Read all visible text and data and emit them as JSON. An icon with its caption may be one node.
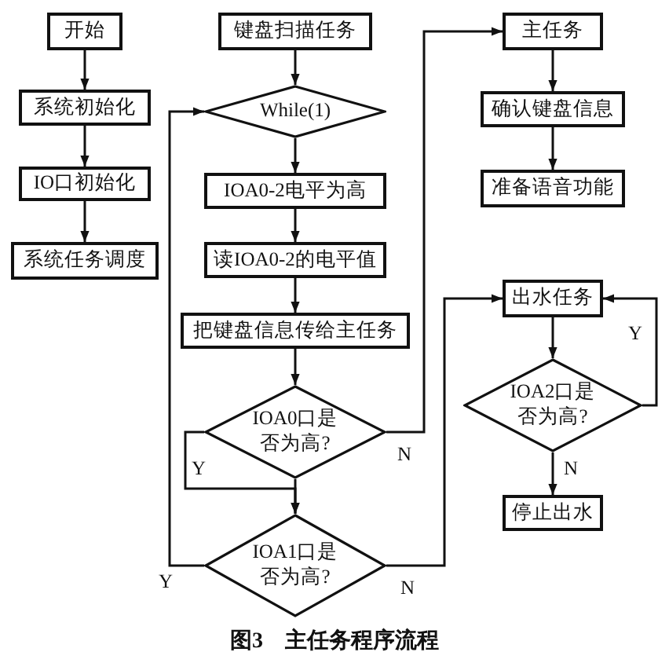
{
  "diagram": {
    "caption": "图3　主任务程序流程",
    "nodes": [
      {
        "text": [
          "开始"
        ]
      },
      {
        "text": [
          "系统初始化"
        ]
      },
      {
        "text": [
          "IO口初始化"
        ]
      },
      {
        "text": [
          "系统任务调度"
        ]
      },
      {
        "text": [
          "键盘扫描任务"
        ]
      },
      {
        "text": [
          "While(1)"
        ]
      },
      {
        "text": [
          "IOA0-2电平为高"
        ]
      },
      {
        "text": [
          "读IOA0-2的电平值"
        ]
      },
      {
        "text": [
          "把键盘信息传给主任务"
        ]
      },
      {
        "text": [
          "IOA0口是否为高?"
        ]
      },
      {
        "text": [
          "IOA1口是否为高?"
        ]
      },
      {
        "text": [
          "主任务"
        ]
      },
      {
        "text": [
          "确认键盘信息"
        ]
      },
      {
        "text": [
          "准备语音功能"
        ]
      },
      {
        "text": [
          "出水任务"
        ]
      },
      {
        "text": [
          "IOA2口是否为高?"
        ]
      },
      {
        "text": [
          "停止出水"
        ]
      }
    ],
    "edges": [
      {
        "from": 0,
        "to": 1,
        "arrow": "to"
      },
      {
        "from": 1,
        "to": 2,
        "arrow": "to"
      },
      {
        "from": 2,
        "to": 3,
        "arrow": "to"
      },
      {
        "from": 4,
        "to": 5,
        "arrow": "to"
      },
      {
        "from": 5,
        "to": 6,
        "arrow": "to"
      },
      {
        "from": 6,
        "to": 7,
        "arrow": "to"
      },
      {
        "from": 7,
        "to": 8,
        "arrow": "to"
      },
      {
        "from": 8,
        "to": 9,
        "arrow": "to"
      },
      {
        "from": 9,
        "to": 10,
        "arrow": "to"
      },
      {
        "from": 9,
        "to": 10,
        "label": "Y",
        "arrow": "to"
      },
      {
        "from": 9,
        "to": 11,
        "label": "N",
        "arrow": "to"
      },
      {
        "from": 10,
        "to": 5,
        "label": "Y",
        "arrow": "to"
      },
      {
        "from": 10,
        "to": 14,
        "label": "N",
        "arrow": "to"
      },
      {
        "from": 11,
        "to": 12,
        "arrow": "to"
      },
      {
        "from": 12,
        "to": 13,
        "arrow": "to"
      },
      {
        "from": 14,
        "to": 15,
        "arrow": "to"
      },
      {
        "from": 15,
        "to": 14,
        "label": "Y",
        "arrow": "to"
      },
      {
        "from": 15,
        "to": 16,
        "label": "N",
        "arrow": "to"
      }
    ]
  }
}
